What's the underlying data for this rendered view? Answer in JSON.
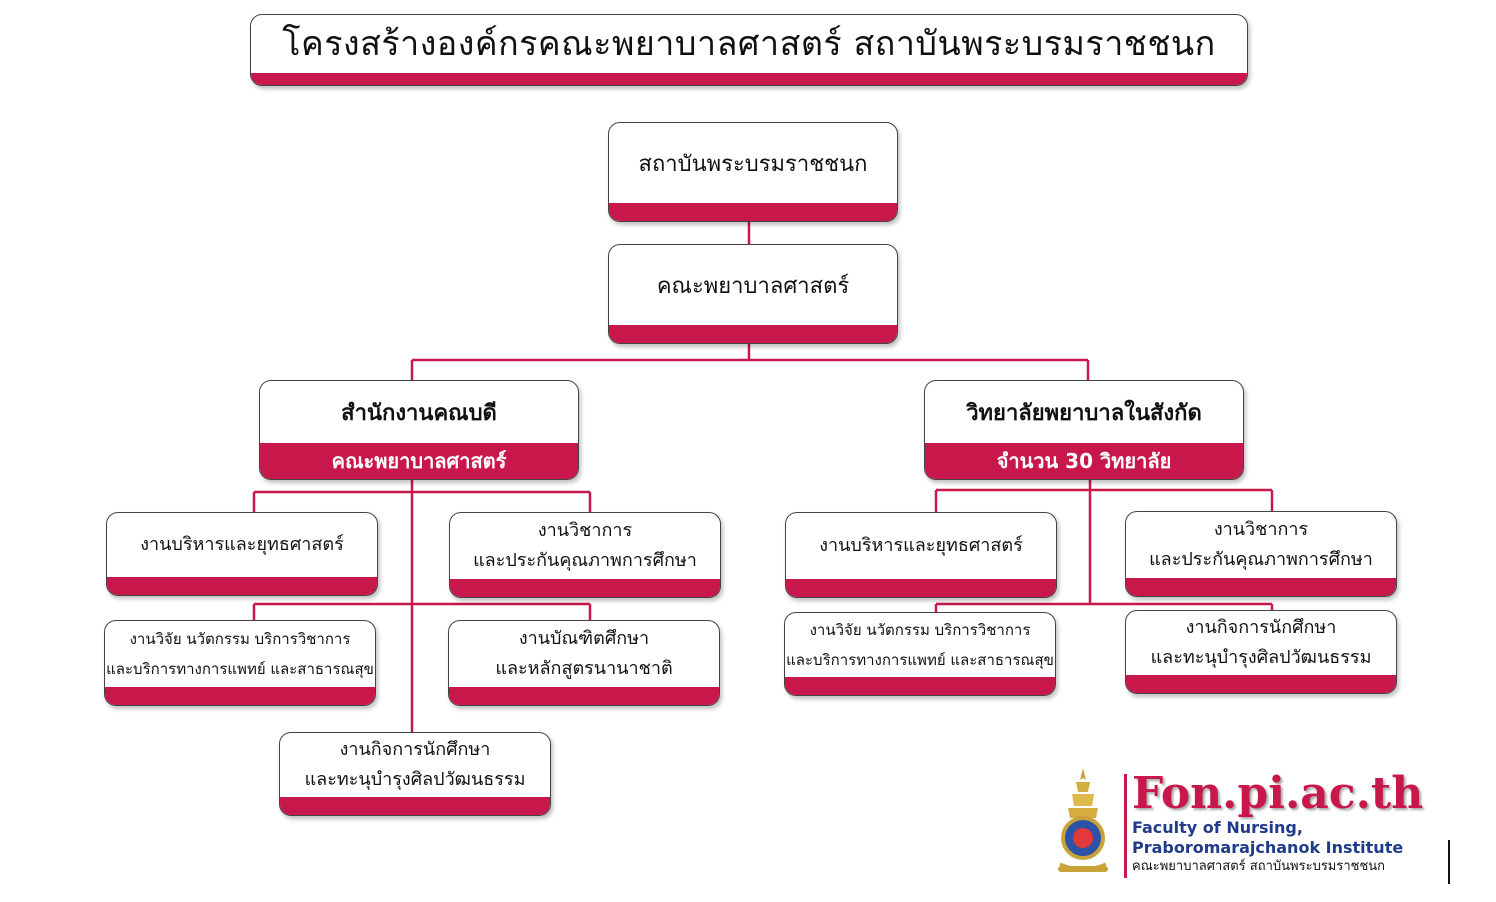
{
  "title": "โครงสร้างองค์กรคณะพยาบาลศาสตร์ สถาบันพระบรมราชชนก",
  "root": {
    "label": "สถาบันพระบรมราชชนก"
  },
  "faculty": {
    "label": "คณะพยาบาลศาสตร์"
  },
  "dean_office": {
    "label": "สำนักงานคณบดี",
    "sublabel": "คณะพยาบาลศาสตร์",
    "units": [
      {
        "line1": "งานบริหารและยุทธศาสตร์"
      },
      {
        "line1": "งานวิชาการ",
        "line2": "และประกันคุณภาพการศึกษา"
      },
      {
        "line1": "งานวิจัย นวัตกรรม บริการวิชาการ",
        "line2": "และบริการทางการแพทย์ และสาธารณสุข"
      },
      {
        "line1": "งานบัณฑิตศึกษา",
        "line2": "และหลักสูตรนานาชาติ"
      },
      {
        "line1": "งานกิจการนักศึกษา",
        "line2": "และทะนุบำรุงศิลปวัฒนธรรม"
      }
    ]
  },
  "colleges": {
    "label": "วิทยาลัยพยาบาลในสังกัด",
    "sublabel": "จำนวน 30 วิทยาลัย",
    "units": [
      {
        "line1": "งานบริหารและยุทธศาสตร์"
      },
      {
        "line1": "งานวิชาการ",
        "line2": "และประกันคุณภาพการศึกษา"
      },
      {
        "line1": "งานวิจัย นวัตกรรม บริการวิชาการ",
        "line2": "และบริการทางการแพทย์ และสาธารณสุข"
      },
      {
        "line1": "งานกิจการนักศึกษา",
        "line2": "และทะนุบำรุงศิลปวัฒนธรรม"
      }
    ]
  },
  "logo": {
    "brand": "Fon.pi.ac.th",
    "english_line1": "Faculty of Nursing,",
    "english_line2": "Praboromarajchanok Institute",
    "thai_line": "คณะพยาบาลศาสตร์ สถาบันพระบรมราชชนก",
    "emblem_icon": "institute-emblem-icon"
  },
  "colors": {
    "accent": "#c8174a",
    "line": "#c8174a",
    "border": "#444444"
  }
}
